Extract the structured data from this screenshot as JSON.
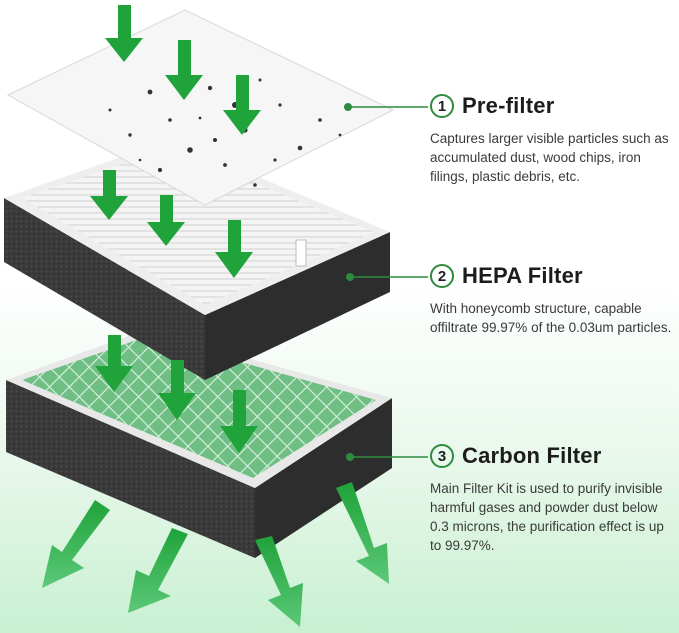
{
  "colors": {
    "accent_green": "#2e8b3d",
    "arrow_green": "#1fa33a",
    "arrow_green_light": "#5cc878",
    "foam_dark": "#3b3b3b",
    "text_dark": "#1c1c1c",
    "text_body": "#3a3a3a"
  },
  "layers": [
    {
      "number": "1",
      "title": "Pre-filter",
      "description": "Captures larger visible particles such as accumulated dust, wood chips, iron filings, plastic debris, etc."
    },
    {
      "number": "2",
      "title": "HEPA Filter",
      "description": "With honeycomb structure, capable offiltrate 99.97% of the 0.03um particles."
    },
    {
      "number": "3",
      "title": "Carbon Filter",
      "description": "Main Filter Kit is used to purify invisible harmful gases and powder dust below 0.3 microns, the purification effect is up to 99.97%."
    }
  ],
  "icons": [
    "down-arrow-icon",
    "outflow-arrow-icon",
    "leader-dot-icon"
  ]
}
